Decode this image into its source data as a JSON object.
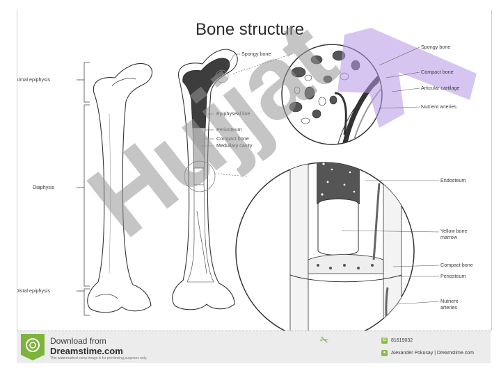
{
  "diagram": {
    "title": "Bone structure",
    "left_bone_labels": {
      "proximal": "Proximal epiphysis",
      "diaphysis": "Diaphysis",
      "distal": "Distal epiphysis"
    },
    "middle_bone_labels": {
      "spongy": "Spongy bone",
      "epiphyseal": "Epiphyseal line",
      "periosteum": "Periosteum",
      "compact": "Compact bone",
      "medullary": "Medullary cavity"
    },
    "top_circle_labels": {
      "spongy": "Spongy bone",
      "compact": "Compact bone",
      "articular": "Articular cartilage",
      "nutrient": "Nutrient arteries"
    },
    "bottom_circle_labels": {
      "endosteum": "Endosteum",
      "yellow_1": "Yellow bone",
      "yellow_2": "marrow",
      "compact": "Compact bone",
      "periosteum": "Periosteum",
      "nutrient_1": "Nutrient",
      "nutrient_2": "arteries"
    }
  },
  "watermark": {
    "text": "Hujjat"
  },
  "footer": {
    "download_line1": "Download from",
    "download_line2": "Dreamstime.com",
    "note": "This watermarked comp image is for previewing purposes only.",
    "image_id": "81619032",
    "credit": "Alexander Pokusay | Dreamstime.com"
  },
  "colors": {
    "accent_green": "#6fa23a",
    "watermark_purple": "#b596e6",
    "watermark_gray": "#9a9a9a",
    "line": "#333333"
  }
}
